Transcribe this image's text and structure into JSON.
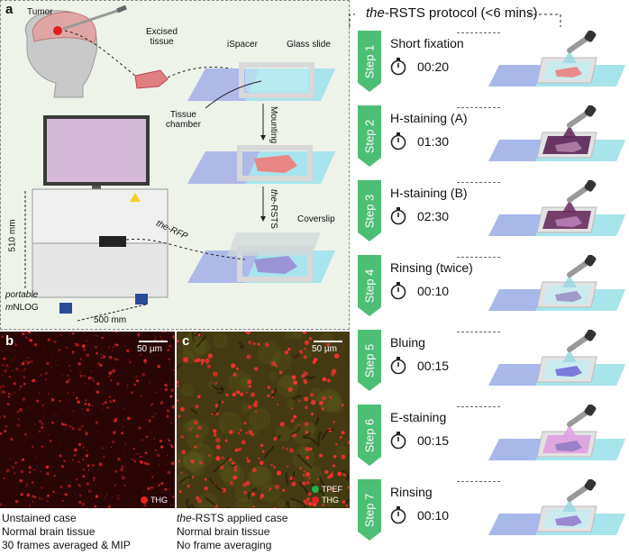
{
  "panel_a": {
    "letter": "a",
    "labels": {
      "tumor": "Tumor",
      "excised_tissue": "Excised\ntissue",
      "ispacer": "iSpacer",
      "glass_slide": "Glass slide",
      "tissue_chamber": "Tissue\nchamber",
      "mounting": "Mounting",
      "the_rsts_prefix": "the",
      "the_rsts_suffix": "-RSTS",
      "coverslip": "Coverslip",
      "the_rfp": "the-RFP",
      "dim_510": "510 mm",
      "dim_500": "500 mm",
      "portable": "portable",
      "mnlog_prefix": "m",
      "mnlog_suffix": "NLOG"
    }
  },
  "panel_b": {
    "letter": "b",
    "scale": "50 µm",
    "legend": [
      {
        "label": "THG",
        "color": "#e52222"
      }
    ],
    "caption": [
      "Unstained case",
      "Normal brain tissue",
      "30 frames averaged & MIP"
    ]
  },
  "panel_c": {
    "letter": "c",
    "scale": "50 µm",
    "legend": [
      {
        "label": "TPEF",
        "color": "#22b24c"
      },
      {
        "label": "THG",
        "color": "#e52222"
      }
    ],
    "caption_prefix": "the",
    "caption": [
      "-RSTS applied case",
      "Normal brain tissue",
      "No frame averaging"
    ]
  },
  "protocol": {
    "title_prefix": "the",
    "title_suffix": "-RSTS protocol (<6 mins)",
    "steps": [
      {
        "step": "Step 1",
        "name": "Short fixation",
        "time": "00:20",
        "tissue": "#e88a8a",
        "bath": "#c8ecef"
      },
      {
        "step": "Step 2",
        "name": "H-staining (A)",
        "time": "01:30",
        "tissue": "#a978a3",
        "bath": "#5a2458"
      },
      {
        "step": "Step 3",
        "name": "H-staining (B)",
        "time": "02:30",
        "tissue": "#b07ab0",
        "bath": "#6a2c5e"
      },
      {
        "step": "Step 4",
        "name": "Rinsing (twice)",
        "time": "00:10",
        "tissue": "#a09ac8",
        "bath": "#c8ecef"
      },
      {
        "step": "Step 5",
        "name": "Bluing",
        "time": "00:15",
        "tissue": "#7a7ad8",
        "bath": "#c8ecef"
      },
      {
        "step": "Step 6",
        "name": "E-staining",
        "time": "00:15",
        "tissue": "#9a80c8",
        "bath": "#e0a0e0"
      },
      {
        "step": "Step 7",
        "name": "Rinsing",
        "time": "00:10",
        "tissue": "#9a88d0",
        "bath": "#c8ecef"
      }
    ],
    "colors": {
      "arrow": "#4cbf74",
      "slide": "#a8b8e8",
      "slide_cyan": "#a8e4ec"
    }
  }
}
